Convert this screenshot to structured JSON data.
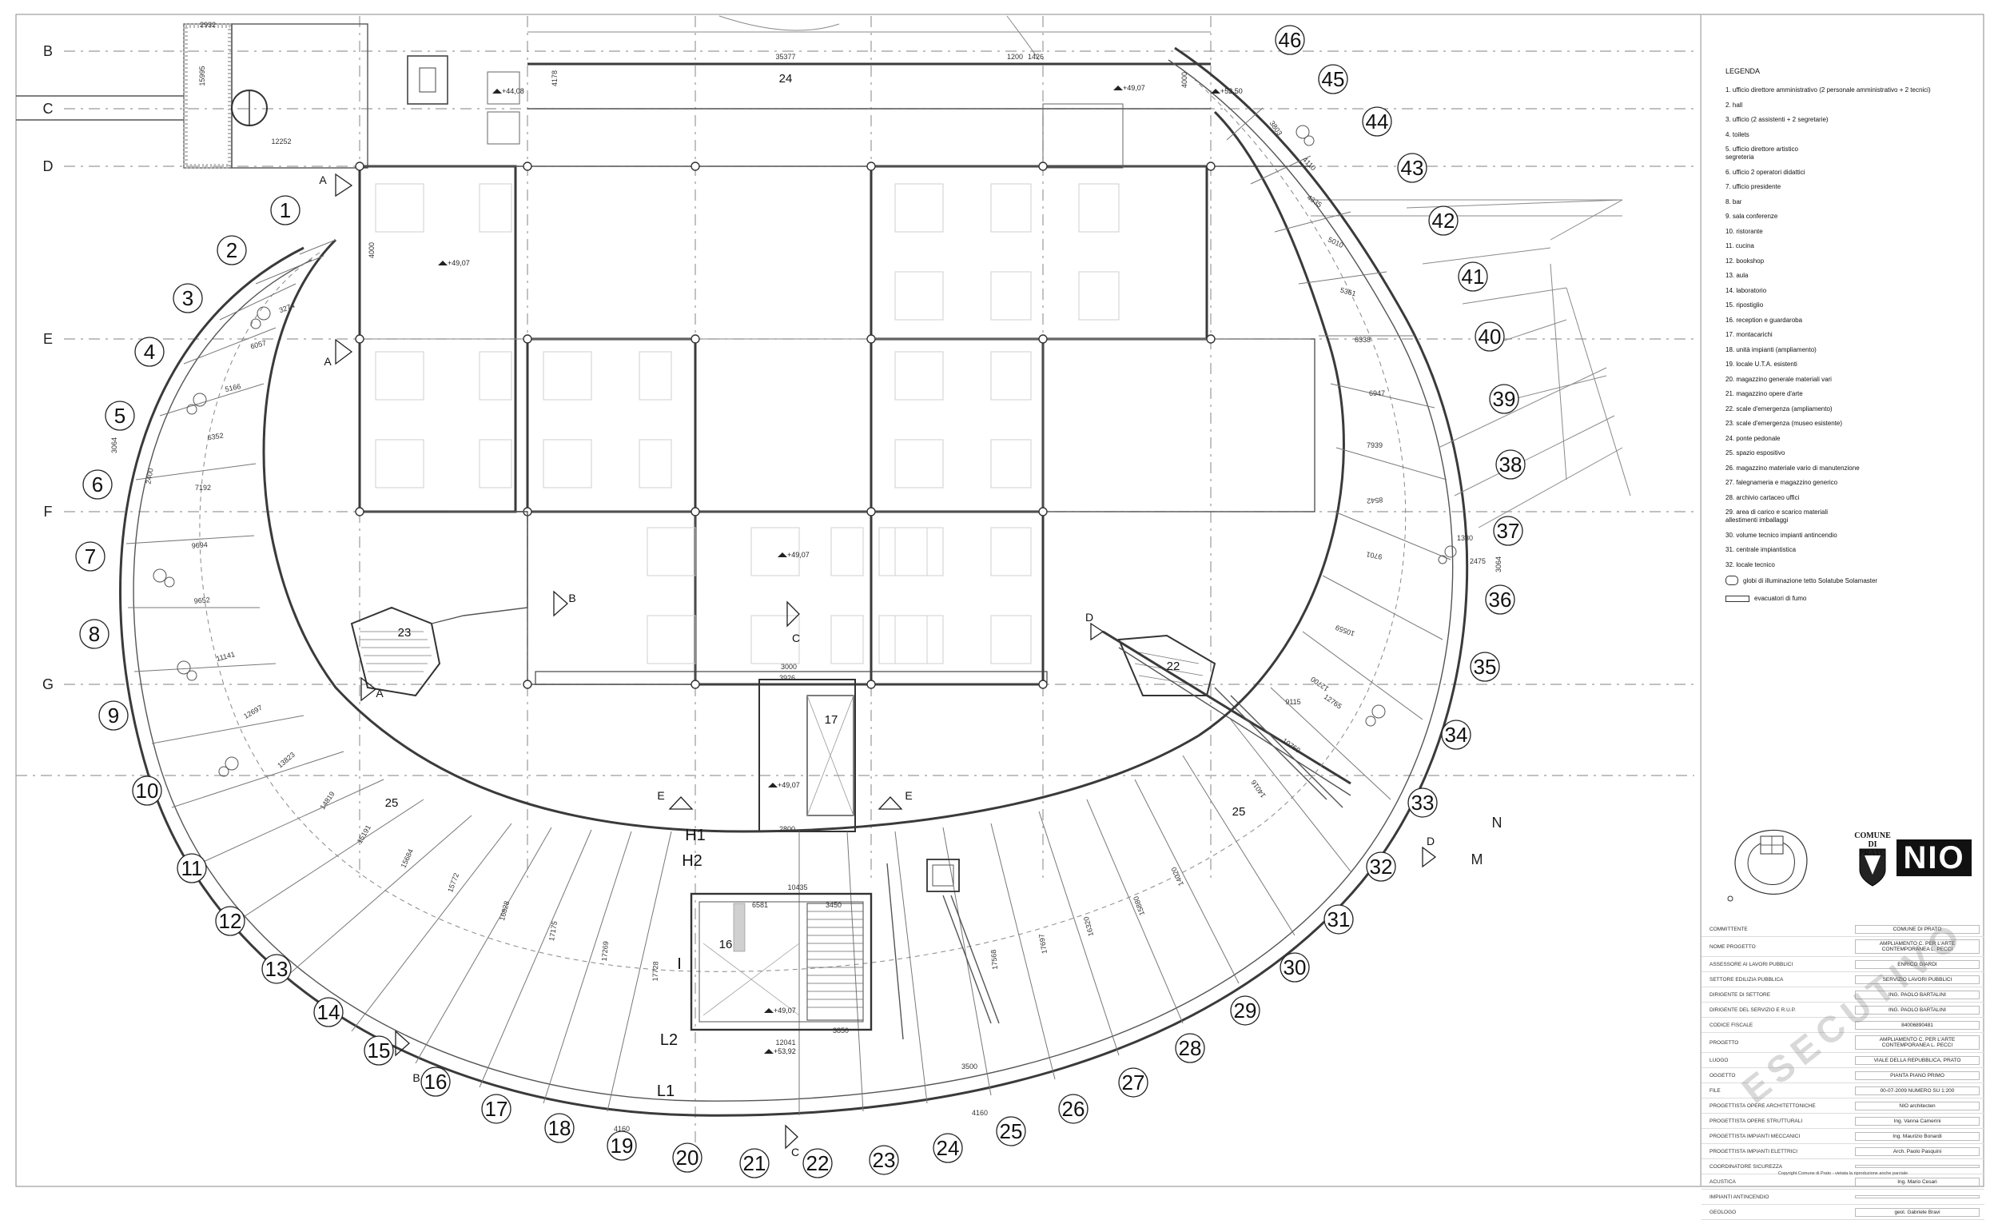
{
  "grid_letters_left": [
    "B",
    "C",
    "D",
    "E",
    "F",
    "G"
  ],
  "grid_letters_right": [
    "N",
    "M"
  ],
  "numbers": [
    "1",
    "2",
    "3",
    "4",
    "5",
    "6",
    "7",
    "8",
    "9",
    "10",
    "11",
    "12",
    "13",
    "14",
    "15",
    "16",
    "17",
    "18",
    "19",
    "20",
    "21",
    "22",
    "23",
    "24",
    "25",
    "26",
    "27",
    "28",
    "29",
    "30",
    "31",
    "32",
    "33",
    "34",
    "35",
    "36",
    "37",
    "38",
    "39",
    "40",
    "41",
    "42",
    "43",
    "44",
    "45",
    "46"
  ],
  "rooms": {
    "r24": "24",
    "r25a": "25",
    "r25b": "25",
    "r23": "23",
    "r22": "22",
    "r17": "17",
    "r16": "16"
  },
  "section_marks": {
    "a1": "A",
    "a2": "A",
    "a3": "A",
    "b1": "B",
    "b2": "B",
    "c1": "C",
    "c2": "C",
    "d1": "D",
    "d2": "D",
    "e1": "E",
    "e2": "E"
  },
  "level_marks": {
    "h1": "H1",
    "h2": "H2",
    "l1": "L1",
    "l2": "L2",
    "i": "I"
  },
  "elevations": {
    "e1": "+49,07",
    "e2": "+49,07",
    "e3": "+49,07",
    "e4": "+49,07",
    "e5": "+49,07",
    "e6": "+53,92",
    "e7": "+52,50",
    "e8": "+44,08"
  },
  "dimensions": {
    "d2932": "2932",
    "d15995": "15995",
    "d12252": "12252",
    "d35377": "35377",
    "d1200": "1200",
    "d1426": "1426",
    "d4178": "4178",
    "d4000a": "4000",
    "d4000b": "4000",
    "d3000": "3000",
    "d3926": "3926",
    "d2800": "2800",
    "d10435": "10435",
    "d6581": "6581",
    "d3450": "3450",
    "d12041": "12041",
    "d3850": "3850",
    "d3500": "3500",
    "d4160a": "4160",
    "d4160b": "4160",
    "d5166": "5166",
    "d6352": "6352",
    "d7192": "7192",
    "d9694": "9694",
    "d9652": "9652",
    "d11141": "11141",
    "d12697": "12697",
    "d13823": "13823",
    "d14819": "14819",
    "d15191": "15191",
    "d15684": "15684",
    "d15772": "15772",
    "d16828": "16828",
    "d17175": "17175",
    "d17269": "17269",
    "d17728": "17728",
    "d17568": "17568",
    "d17697": "17697",
    "d16320": "16320",
    "d15880": "15880",
    "d14020": "14020",
    "d14016": "14016",
    "d12700": "12700",
    "d10559": "10559",
    "d9701": "9701",
    "d8542": "8542",
    "d7939": "7939",
    "d6947": "6947",
    "d6338": "6338",
    "d5361": "5361",
    "d5010": "5010",
    "d4335": "4335",
    "d4110": "4110",
    "d3803": "3803",
    "d3274": "3274",
    "d6057": "6057",
    "d9115": "9115",
    "d10760": "10760",
    "d12765": "12765",
    "d2475": "2475",
    "d3064a": "3064",
    "d3064b": "3064",
    "d1330": "1330",
    "d2400": "2400"
  },
  "legend": {
    "title": "LEGENDA",
    "items": [
      "1. ufficio direttore amministrativo (2 personale amministrativo + 2 tecnici)",
      "2. hall",
      "3. ufficio (2 assistenti + 2 segretarie)",
      "4. toilets",
      "5. ufficio direttore artistico\nsegreteria",
      "6. ufficio 2 operatori didattici",
      "7. ufficio presidente",
      "8. bar",
      "9. sala conferenze",
      "10. ristorante",
      "11. cucina",
      "12. bookshop",
      "13. aula",
      "14. laboratorio",
      "15. ripostiglio",
      "16. reception e guardaroba",
      "17. montacarichi",
      "18. unità impianti (ampliamento)",
      "19. locale U.T.A. esistenti",
      "20. magazzino generale materiali vari",
      "21. magazzino opere d'arte",
      "22. scale d'emergenza (ampliamento)",
      "23. scale d'emergenza (museo esistente)",
      "24. ponte pedonale",
      "25. spazio espositivo",
      "26. magazzino materiale vario di manutenzione",
      "27. falegnameria e magazzino generico",
      "28. archivio cartaceo uffici",
      "29. area di carico e scarico materiali\nallestimenti imballaggi",
      "30. volume tecnico impianti antincendio",
      "31. centrale impiantistica",
      "32. locale tecnico"
    ],
    "sym_globes": "globi di illuminazione tetto Solatube Solamaster",
    "sym_smoke": "evacuatori di fumo"
  },
  "logo": {
    "comune": "COMUNE DI\nPRATO",
    "brand": "NIO"
  },
  "info": [
    {
      "k": "COMMITTENTE",
      "v": "COMUNE DI PRATO"
    },
    {
      "k": "NOME PROGETTO",
      "v": "AMPLIAMENTO C. PER L'ARTE CONTEMPORANEA L. PECCI"
    },
    {
      "k": "ASSESSORE AI LAVORI PUBBLICI",
      "v": "ENRICO GIARDI"
    },
    {
      "k": "SETTORE EDILIZIA PUBBLICA",
      "v": "SERVIZIO LAVORI PUBBLICI"
    },
    {
      "k": "DIRIGENTE DI SETTORE",
      "v": "ING. PAOLO BARTALINI"
    },
    {
      "k": "DIRIGENTE DEL SERVIZIO E R.U.P.",
      "v": "ING. PAOLO BARTALINI"
    },
    {
      "k": "CODICE FISCALE",
      "v": "84006890481"
    },
    {
      "k": "PROGETTO",
      "v": "AMPLIAMENTO C. PER L'ARTE CONTEMPORANEA L. PECCI"
    },
    {
      "k": "LUOGO",
      "v": "VIALE DELLA REPUBBLICA, PRATO"
    },
    {
      "k": "OGGETTO",
      "v": "PIANTA PIANO PRIMO"
    },
    {
      "k": "FILE",
      "v": "00-07-2009    NUMERO    SU 1:200"
    },
    {
      "k": "PROGETTISTA OPERE ARCHITETTONICHE",
      "v": "NIO architecten"
    },
    {
      "k": "PROGETTISTA OPERE STRUTTURALI",
      "v": "Ing. Vanna Camerini"
    },
    {
      "k": "PROGETTISTA IMPIANTI MECCANICI",
      "v": "Ing. Maurizio Bonardi"
    },
    {
      "k": "PROGETTISTA IMPIANTI ELETTRICI",
      "v": "Arch. Paolo Pasquini"
    },
    {
      "k": "COORDINATORE SICUREZZA",
      "v": ""
    },
    {
      "k": "ACUSTICA",
      "v": "Ing. Mario Cesari"
    },
    {
      "k": "IMPIANTI ANTINCENDIO",
      "v": ""
    },
    {
      "k": "GEOLOGO",
      "v": "geol. Gabriele Bravi"
    }
  ],
  "watermark": "ESECUTIVO",
  "copyright": "Copyright Comune di Prato - vietata la riproduzione anche parziale"
}
